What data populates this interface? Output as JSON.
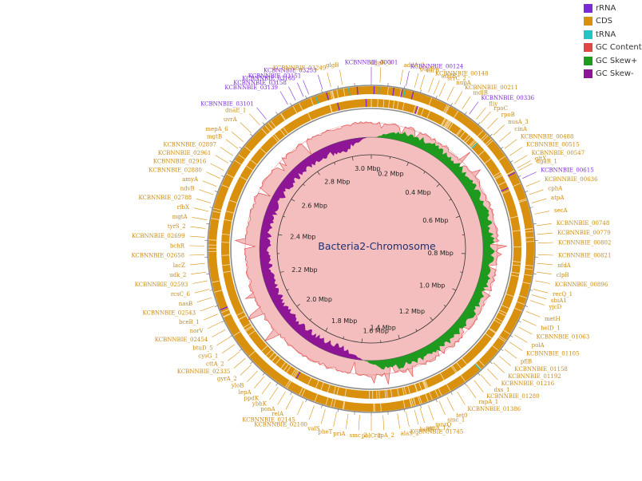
{
  "title": "Bacteria2-Chromosome",
  "colors": {
    "rRNA": "#7b2bd6",
    "CDS": "#d9900c",
    "tRNA": "#22c4c4",
    "gc_content": "#e04646",
    "gc_skew_pos": "#1e9a1e",
    "gc_skew_neg": "#8e1596",
    "backbone": "#8c8c8c"
  },
  "legend": [
    {
      "label": "rRNA",
      "color": "#7b2bd6"
    },
    {
      "label": "CDS",
      "color": "#d9900c"
    },
    {
      "label": "tRNA",
      "color": "#22c4c4"
    },
    {
      "label": "GC Content",
      "color": "#e04646"
    },
    {
      "label": "GC Skew+",
      "color": "#1e9a1e"
    },
    {
      "label": "GC Skew-",
      "color": "#8e1596"
    }
  ],
  "genome": {
    "length_mbp": 3.1,
    "ticks": [
      "0.2 Mbp",
      "0.4 Mbp",
      "0.6 Mbp",
      "0.8 Mbp",
      "1.0 Mbp",
      "1.2 Mbp",
      "1.4 Mbp",
      "1.6 Mbp",
      "1.8 Mbp",
      "2.0 Mbp",
      "2.2 Mbp",
      "2.4 Mbp",
      "2.6 Mbp",
      "2.8 Mbp",
      "3.0 Mbp"
    ]
  },
  "gene_labels": [
    {
      "text": "KCBNNBIE_00001",
      "type": "rRNA"
    },
    {
      "text": "dgaR_3",
      "type": "CDS"
    },
    {
      "text": "addA_2",
      "type": "CDS"
    },
    {
      "text": "KCBNNBIE_00124",
      "type": "rRNA"
    },
    {
      "text": "gdpP",
      "type": "CDS"
    },
    {
      "text": "carB",
      "type": "CDS"
    },
    {
      "text": "KCBNNBIE_00148",
      "type": "CDS"
    },
    {
      "text": "addB",
      "type": "CDS"
    },
    {
      "text": "srrC_2",
      "type": "CDS"
    },
    {
      "text": "nupA",
      "type": "CDS"
    },
    {
      "text": "KCBNNBIE_00211",
      "type": "CDS"
    },
    {
      "text": "mdlB",
      "type": "CDS"
    },
    {
      "text": "KCBNNBIE_00336",
      "type": "rRNA"
    },
    {
      "text": "fliy",
      "type": "CDS"
    },
    {
      "text": "rpoC",
      "type": "CDS"
    },
    {
      "text": "rpoB",
      "type": "CDS"
    },
    {
      "text": "nusA_3",
      "type": "CDS"
    },
    {
      "text": "cinA",
      "type": "CDS"
    },
    {
      "text": "KCBNNBIE_00488",
      "type": "CDS"
    },
    {
      "text": "KCBNNBIE_00515",
      "type": "CDS"
    },
    {
      "text": "KCBNNBIE_00547",
      "type": "CDS"
    },
    {
      "text": "dgaR_1",
      "type": "CDS"
    },
    {
      "text": "gltX",
      "type": "CDS"
    },
    {
      "text": "KCBNNBIE_00615",
      "type": "rRNA"
    },
    {
      "text": "KCBNNBIE_00636",
      "type": "CDS"
    },
    {
      "text": "cphA",
      "type": "CDS"
    },
    {
      "text": "atpA",
      "type": "CDS"
    },
    {
      "text": "secA",
      "type": "CDS"
    },
    {
      "text": "KCBNNBIE_00748",
      "type": "CDS"
    },
    {
      "text": "KCBNNBIE_00779",
      "type": "CDS"
    },
    {
      "text": "KCBNNBIE_00802",
      "type": "CDS"
    },
    {
      "text": "KCBNNBIE_00821",
      "type": "CDS"
    },
    {
      "text": "nfdA",
      "type": "CDS"
    },
    {
      "text": "clpB",
      "type": "CDS"
    },
    {
      "text": "KCBNNBIE_00896",
      "type": "CDS"
    },
    {
      "text": "recQ_1",
      "type": "CDS"
    },
    {
      "text": "sbiA1",
      "type": "CDS"
    },
    {
      "text": "yjcD",
      "type": "CDS"
    },
    {
      "text": "metH",
      "type": "CDS"
    },
    {
      "text": "helD_1",
      "type": "CDS"
    },
    {
      "text": "KCBNNBIE_01063",
      "type": "CDS"
    },
    {
      "text": "polA",
      "type": "CDS"
    },
    {
      "text": "KCBNNBIE_01105",
      "type": "CDS"
    },
    {
      "text": "pflB",
      "type": "CDS"
    },
    {
      "text": "KCBNNBIE_01158",
      "type": "CDS"
    },
    {
      "text": "KCBNNBIE_01192",
      "type": "CDS"
    },
    {
      "text": "KCBNNBIE_01216",
      "type": "CDS"
    },
    {
      "text": "dxs_1",
      "type": "CDS"
    },
    {
      "text": "KCBNNBIE_01280",
      "type": "CDS"
    },
    {
      "text": "rapA_1",
      "type": "CDS"
    },
    {
      "text": "KCBNNBIE_01386",
      "type": "CDS"
    },
    {
      "text": "tet0",
      "type": "CDS"
    },
    {
      "text": "smc_1",
      "type": "CDS"
    },
    {
      "text": "mnrQ",
      "type": "CDS"
    },
    {
      "text": "sanA_12",
      "type": "CDS"
    },
    {
      "text": "hsdR",
      "type": "CDS"
    },
    {
      "text": "KCBNNBIE_01745",
      "type": "CDS"
    },
    {
      "text": "alaS_2",
      "type": "CDS"
    },
    {
      "text": "rapA_2",
      "type": "CDS"
    },
    {
      "text": "polC_2",
      "type": "CDS"
    },
    {
      "text": "smc_2",
      "type": "CDS"
    },
    {
      "text": "priA",
      "type": "CDS"
    },
    {
      "text": "pheT",
      "type": "CDS"
    },
    {
      "text": "valS",
      "type": "CDS"
    },
    {
      "text": "KCBNNBIE_02100",
      "type": "CDS"
    },
    {
      "text": "KCBNNBIE_02145",
      "type": "CDS"
    },
    {
      "text": "relA",
      "type": "CDS"
    },
    {
      "text": "ponA",
      "type": "CDS"
    },
    {
      "text": "ybhK",
      "type": "CDS"
    },
    {
      "text": "ppdK",
      "type": "CDS"
    },
    {
      "text": "lepA",
      "type": "CDS"
    },
    {
      "text": "yloB",
      "type": "CDS"
    },
    {
      "text": "gyrA_2",
      "type": "CDS"
    },
    {
      "text": "KCBNNBIE_02335",
      "type": "CDS"
    },
    {
      "text": "cttA_2",
      "type": "CDS"
    },
    {
      "text": "cysG_1",
      "type": "CDS"
    },
    {
      "text": "btuD_5",
      "type": "CDS"
    },
    {
      "text": "KCBNNBIE_02454",
      "type": "CDS"
    },
    {
      "text": "norV",
      "type": "CDS"
    },
    {
      "text": "bceB_1",
      "type": "CDS"
    },
    {
      "text": "KCBNNBIE_02543",
      "type": "CDS"
    },
    {
      "text": "nasB",
      "type": "CDS"
    },
    {
      "text": "rcsC_6",
      "type": "CDS"
    },
    {
      "text": "KCBNNBIE_02593",
      "type": "CDS"
    },
    {
      "text": "udk_2",
      "type": "CDS"
    },
    {
      "text": "lacZ",
      "type": "CDS"
    },
    {
      "text": "KCBNNBIE_02658",
      "type": "CDS"
    },
    {
      "text": "bchR",
      "type": "CDS"
    },
    {
      "text": "KCBNNBIE_02699",
      "type": "CDS"
    },
    {
      "text": "tyrS_2",
      "type": "CDS"
    },
    {
      "text": "mgtA",
      "type": "CDS"
    },
    {
      "text": "rfbX",
      "type": "CDS"
    },
    {
      "text": "KCBNNBIE_02788",
      "type": "CDS"
    },
    {
      "text": "ndvB",
      "type": "CDS"
    },
    {
      "text": "amyA",
      "type": "CDS"
    },
    {
      "text": "KCBNNBIE_02880",
      "type": "CDS"
    },
    {
      "text": "KCBNNBIE_02916",
      "type": "CDS"
    },
    {
      "text": "KCBNNBIE_02961",
      "type": "CDS"
    },
    {
      "text": "KCBNNBIE_02897",
      "type": "CDS"
    },
    {
      "text": "mgtB",
      "type": "CDS"
    },
    {
      "text": "mepA_6",
      "type": "CDS"
    },
    {
      "text": "uvrA",
      "type": "CDS"
    },
    {
      "text": "dnaE_1",
      "type": "CDS"
    },
    {
      "text": "KCBNNBIE_03101",
      "type": "rRNA"
    },
    {
      "text": "KCBNNBIE_03139",
      "type": "rRNA"
    },
    {
      "text": "KCBNNBIE_03158",
      "type": "rRNA"
    },
    {
      "text": "KCBNNBIE_03165",
      "type": "rRNA"
    },
    {
      "text": "KCBNNBIE_03151",
      "type": "rRNA"
    },
    {
      "text": "KCBNNBIE_03253",
      "type": "rRNA"
    },
    {
      "text": "KCBNNBIE_03249",
      "type": "CDS"
    },
    {
      "text": "glgB",
      "type": "CDS"
    }
  ]
}
